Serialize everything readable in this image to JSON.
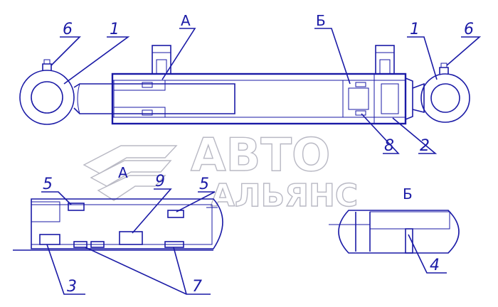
{
  "watermark": {
    "line1": "АВТО",
    "line2": "АЛЬЯНС"
  },
  "main_view": {
    "labels": {
      "left_6": "6",
      "left_1": "1",
      "view_a": "А",
      "view_b": "Б",
      "right_1": "1",
      "right_6": "6",
      "label_8": "8",
      "label_2": "2"
    }
  },
  "detail_a": {
    "title": "А",
    "labels": {
      "l5_left": "5",
      "l9": "9",
      "l5_right": "5",
      "l3": "3",
      "l7": "7"
    }
  },
  "detail_b": {
    "title": "Б",
    "labels": {
      "l4": "4"
    }
  },
  "colors": {
    "line": "#1a1aa6",
    "watermark": "#b9b9c4"
  }
}
